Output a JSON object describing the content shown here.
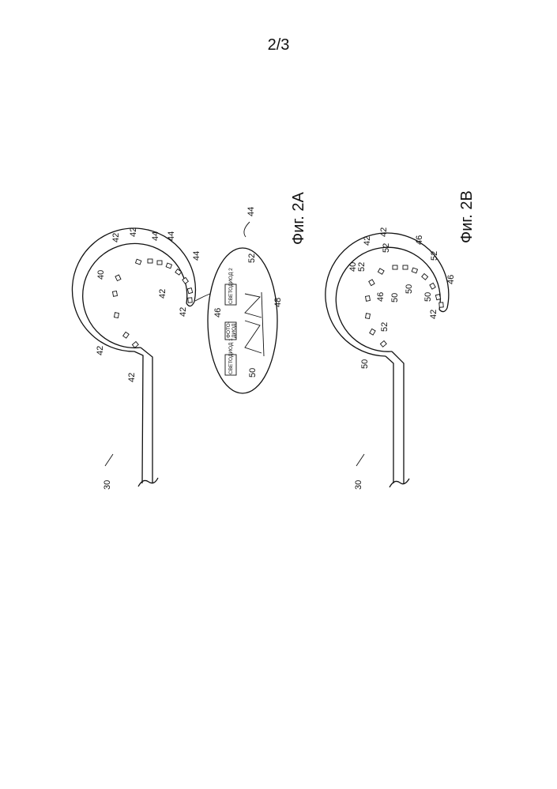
{
  "page_number": "2/3",
  "figure_a": {
    "caption": "Фиг. 2А",
    "refs": {
      "probe": "30",
      "curve": "40",
      "sensor": "42",
      "enlarged": "44",
      "unit": "46",
      "tissue": "48",
      "led1": "50",
      "led2": "52"
    },
    "boxes": {
      "led1": "СВЕТОДИОД 1",
      "photodiode_line1": "ФОТО-",
      "photodiode_line2": "ДИОД",
      "led2": "СВЕТОДИОД 2"
    }
  },
  "figure_b": {
    "caption": "Фиг. 2В",
    "refs": {
      "probe": "30",
      "curve": "40",
      "sensor": "42",
      "unit": "46",
      "led1": "50",
      "led2": "52"
    }
  }
}
